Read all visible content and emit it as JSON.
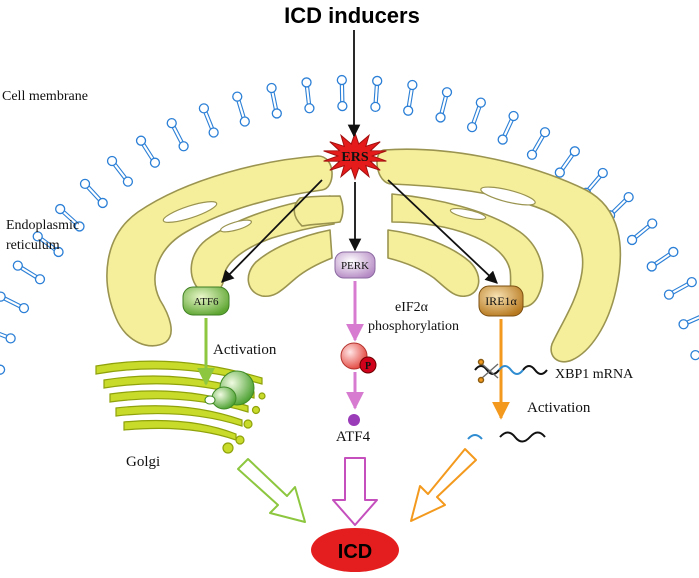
{
  "title": "ICD inducers",
  "labels": {
    "cell_membrane": "Cell membrane",
    "er_line1": "Endoplasmic",
    "er_line2": "reticulum",
    "ers": "ERS",
    "perk": "PERK",
    "atf6": "ATF6",
    "ire1a": "IRE1α",
    "eif2a_line1": "eIF2α",
    "eif2a_line2": "phosphorylation",
    "p": "P",
    "atf4": "ATF4",
    "activation_left": "Activation",
    "activation_right": "Activation",
    "xbp1": "XBP1 mRNA",
    "golgi": "Golgi",
    "icd": "ICD"
  },
  "colors": {
    "er_fill": "#f5ef9c",
    "er_stroke": "#9a9450",
    "membrane": "#2b7fd6",
    "golgi": "#b7cc12",
    "green_arrow": "#8dc63f",
    "pink_arrow": "#d77bd0",
    "orange_arrow": "#f39a1e",
    "icd_red": "#e41e1e",
    "ers_red": "#e51b1b"
  }
}
